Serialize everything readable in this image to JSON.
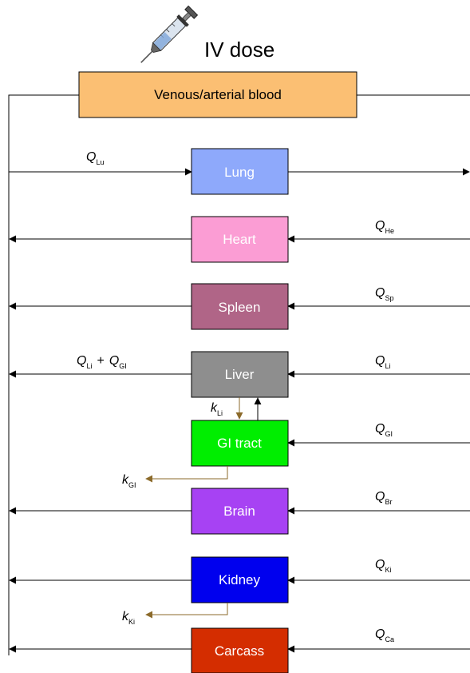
{
  "title": "IV dose",
  "blood_label": "Venous/arterial blood",
  "organs": {
    "lung": "Lung",
    "heart": "Heart",
    "spleen": "Spleen",
    "liver": "Liver",
    "gi": "GI tract",
    "brain": "Brain",
    "kidney": "Kidney",
    "carcass": "Carcass"
  },
  "flows": {
    "lung": {
      "sym": "Q",
      "sub": "Lu"
    },
    "heart": {
      "sym": "Q",
      "sub": "He"
    },
    "spleen": {
      "sym": "Q",
      "sub": "Sp"
    },
    "liver": {
      "sym": "Q",
      "sub": "Li"
    },
    "liver_out_a": {
      "sym": "Q",
      "sub": "Li"
    },
    "liver_out_plus": "+",
    "liver_out_b": {
      "sym": "Q",
      "sub": "GI"
    },
    "gi": {
      "sym": "Q",
      "sub": "GI"
    },
    "brain": {
      "sym": "Q",
      "sub": "Br"
    },
    "kidney": {
      "sym": "Q",
      "sub": "Ki"
    },
    "carcass": {
      "sym": "Q",
      "sub": "Ca"
    }
  },
  "rates": {
    "k_li": {
      "sym": "k",
      "sub": "Li"
    },
    "k_gi": {
      "sym": "k",
      "sub": "GI"
    },
    "k_ki": {
      "sym": "k",
      "sub": "Ki"
    }
  },
  "icon": "syringe-icon",
  "colors": {
    "blood": "#FBBF73",
    "lung": "#8EA9FB",
    "heart": "#FB9DD4",
    "spleen": "#B06587",
    "liver": "#8E8E8E",
    "gi": "#00EE00",
    "brain": "#A742F3",
    "kidney": "#0000EE",
    "carcass": "#D42D00",
    "elimination": "#8B6A2A"
  }
}
